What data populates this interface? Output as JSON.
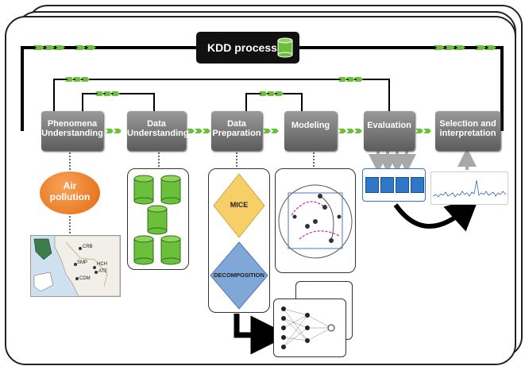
{
  "kdd": {
    "title": "KDD process"
  },
  "steps": {
    "phenomena": [
      "Phenomena",
      "Understanding"
    ],
    "data_understanding": [
      "Data",
      "Understanding"
    ],
    "data_preparation": [
      "Data",
      "Preparation"
    ],
    "modeling": [
      "Modeling"
    ],
    "evaluation": [
      "Evaluation"
    ],
    "selection": [
      "Selection and",
      "interpretation"
    ]
  },
  "air_pollution": [
    "Air",
    "pollution"
  ],
  "preparation": {
    "mice": "MICE",
    "decomposition": "DECOMPOSITION"
  },
  "map_labels": [
    "CRB",
    "SMP",
    "HCH",
    "ATE",
    "CDM"
  ],
  "colors": {
    "accent_green": "#5aa23a",
    "db_green": "#6cbf3a",
    "mice": "#f7cf68",
    "decomposition": "#7fa7d8",
    "step_gray": "#6e6e6e"
  }
}
